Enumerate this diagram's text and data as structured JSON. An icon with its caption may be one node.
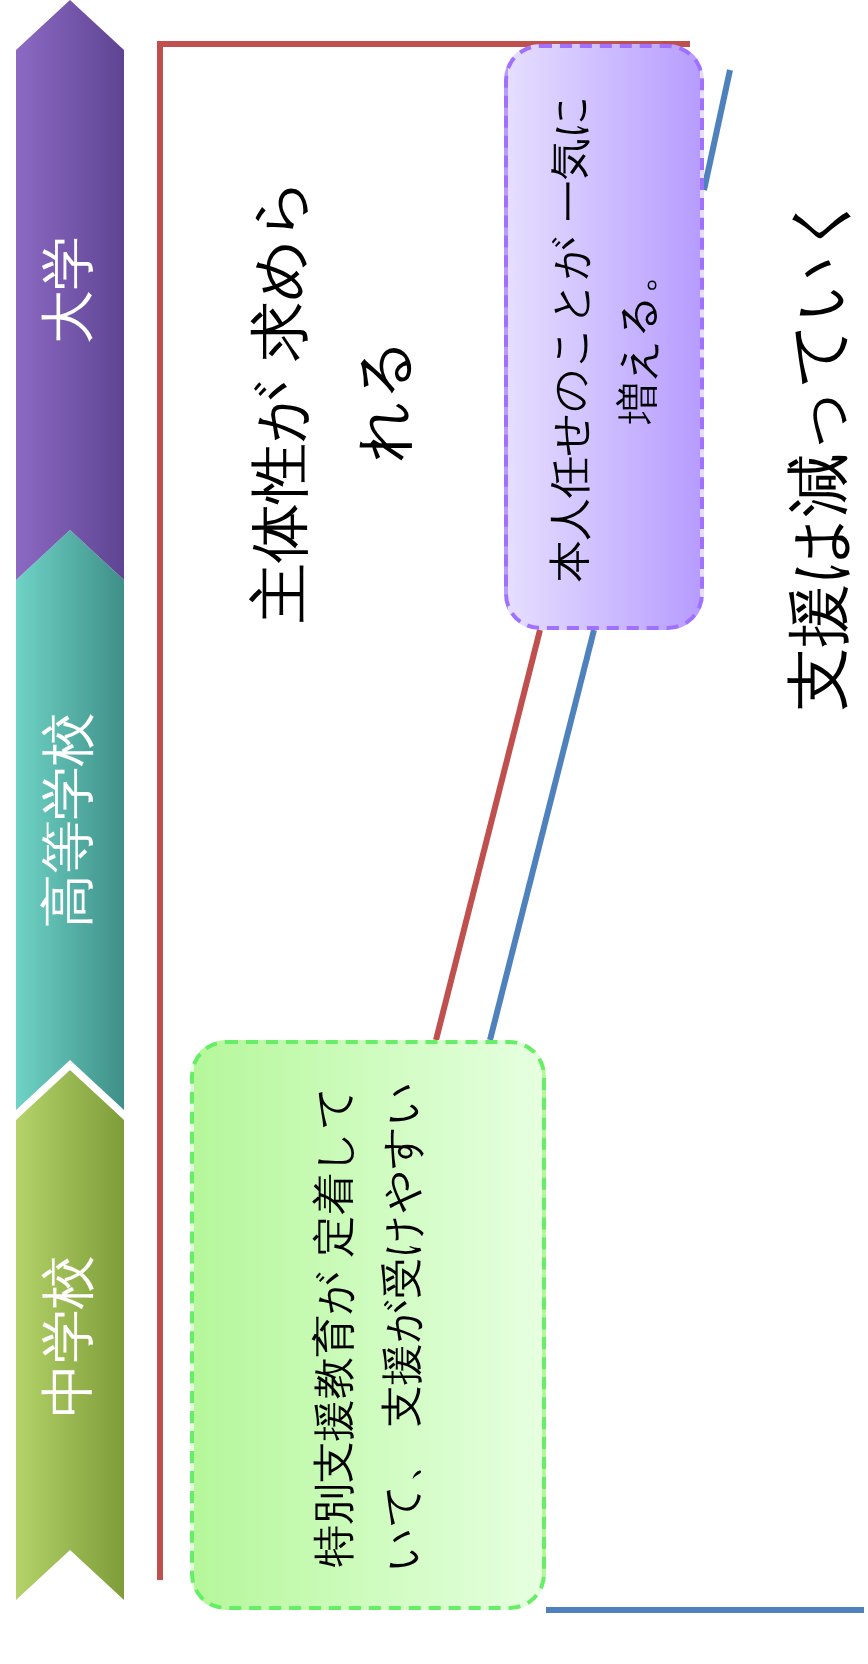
{
  "diagram": {
    "nodes": [
      {
        "text": [
          "中学校"
        ]
      },
      {
        "text": [
          "高等学校"
        ]
      },
      {
        "text": [
          "大学"
        ]
      },
      {
        "text": [
          "特別支援教育が 定着していて、 支援が受けやすい"
        ]
      },
      {
        "text": [
          "主体性が 求められる"
        ]
      },
      {
        "text": [
          "本人任せのことが 一気に増える。"
        ]
      },
      {
        "text": [
          "支援は減っていく"
        ]
      }
    ],
    "edges": [
      {
        "from": 3,
        "to": 5,
        "arrow": "none",
        "color": "#c0504d"
      },
      {
        "from": 3,
        "to": 5,
        "arrow": "none",
        "color": "#4f81bd"
      },
      {
        "from": 5,
        "to": null,
        "arrow": "none",
        "color": "#c0504d"
      },
      {
        "from": null,
        "to": 3,
        "arrow": "none",
        "color": "#4f81bd"
      },
      {
        "from": 5,
        "to": null,
        "arrow": "none",
        "color": "#4f81bd"
      }
    ]
  }
}
